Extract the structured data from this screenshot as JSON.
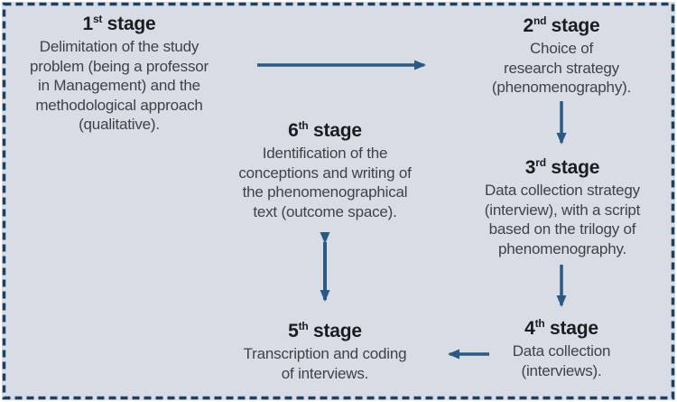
{
  "figure": {
    "title": "Research process flow diagram with six stages"
  },
  "colors": {
    "background": "#d8dce4",
    "border": "#1c4166",
    "arrow": "#2a5a84",
    "title_text": "#1a1c20",
    "body_text": "#3f4246"
  },
  "stages": [
    {
      "num": "1",
      "sup": "st",
      "word": "stage",
      "lines": [
        "Delimitation of the study",
        "problem (being a professor",
        "in Management) and the",
        "methodological approach",
        "(qualitative)."
      ]
    },
    {
      "num": "2",
      "sup": "nd",
      "word": "stage",
      "lines": [
        "Choice of",
        "research strategy",
        "(phenomenography)."
      ]
    },
    {
      "num": "3",
      "sup": "rd",
      "word": "stage",
      "lines": [
        "Data collection strategy",
        "(interview), with a script",
        "based on the trilogy of",
        "phenomenography."
      ]
    },
    {
      "num": "4",
      "sup": "th",
      "word": "stage",
      "lines": [
        "Data collection",
        "(interviews)."
      ]
    },
    {
      "num": "5",
      "sup": "th",
      "word": "stage",
      "lines": [
        "Transcription and coding",
        "of interviews."
      ]
    },
    {
      "num": "6",
      "sup": "th",
      "word": "stage",
      "lines": [
        "Identification of the",
        "conceptions and writing of",
        "the phenomenographical",
        "text (outcome space)."
      ]
    }
  ]
}
